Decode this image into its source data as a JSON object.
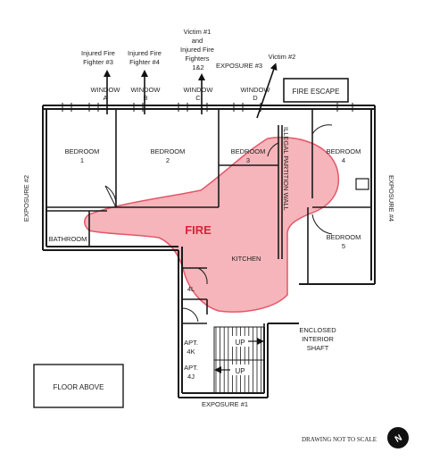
{
  "colors": {
    "fire_fill": "#f4a9ae",
    "fire_stroke": "#e03a4f",
    "fire_text": "#d9233b",
    "wall": "#1a1a1a"
  },
  "annotations": {
    "ff3": [
      "Injured Fire",
      "Fighter #3"
    ],
    "ff4": [
      "Injured Fire",
      "Fighter #4"
    ],
    "v1": [
      "Victim #1",
      "and",
      "Injured Fire",
      "Fighters",
      "1&2"
    ],
    "v2": "Victim #2"
  },
  "exposures": {
    "e1": "EXPOSURE #1",
    "e2": "EXPOSURE #2",
    "e3": "EXPOSURE #3",
    "e4": "EXPOSURE #4"
  },
  "windows": {
    "a": [
      "WINDOW",
      "A"
    ],
    "b": [
      "WINDOW",
      "B"
    ],
    "c": [
      "WINDOW",
      "C"
    ],
    "d": [
      "WINDOW",
      "D"
    ]
  },
  "rooms": {
    "bed1": [
      "BEDROOM",
      "1"
    ],
    "bed2": [
      "BEDROOM",
      "2"
    ],
    "bed3": [
      "BEDROOM",
      "3"
    ],
    "bed4": [
      "BEDROOM",
      "4"
    ],
    "bed5": [
      "BEDROOM",
      "5"
    ],
    "bathroom": "BATHROOM",
    "kitchen": "KITCHEN",
    "apt4l": [
      "4L"
    ],
    "apt4k": [
      "APT.",
      "4K"
    ],
    "apt4j": [
      "APT.",
      "4J"
    ],
    "shaft": [
      "ENCLOSED",
      "INTERIOR",
      "SHAFT"
    ],
    "fire_escape": "FIRE ESCAPE",
    "partition": "ILLEGAL PARTITION WALL",
    "floor_above": "FLOOR ABOVE"
  },
  "fire_label": "FIRE",
  "stairs": {
    "up1": "UP",
    "up2": "UP"
  },
  "footer": {
    "scale_note": "DRAWING NOT TO SCALE",
    "north": "N"
  }
}
